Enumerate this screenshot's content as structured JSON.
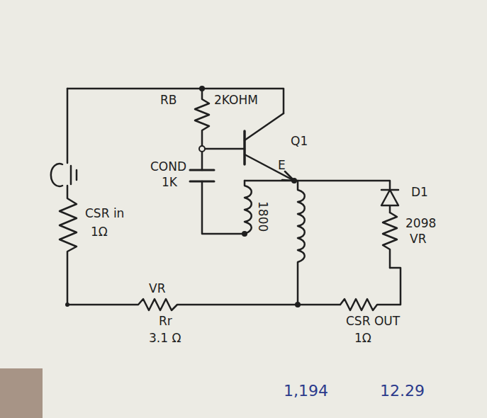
{
  "diagram": {
    "labels": [
      "RB",
      "2KOHM",
      "Q1",
      "E",
      "COND",
      "1K",
      "1800",
      "D1",
      "2098",
      "VR",
      "CSR in",
      "1Ω",
      "VR",
      "Rr",
      "3.1 Ω",
      "CSR OUT",
      "1Ω",
      "1,194",
      "12.29"
    ]
  }
}
